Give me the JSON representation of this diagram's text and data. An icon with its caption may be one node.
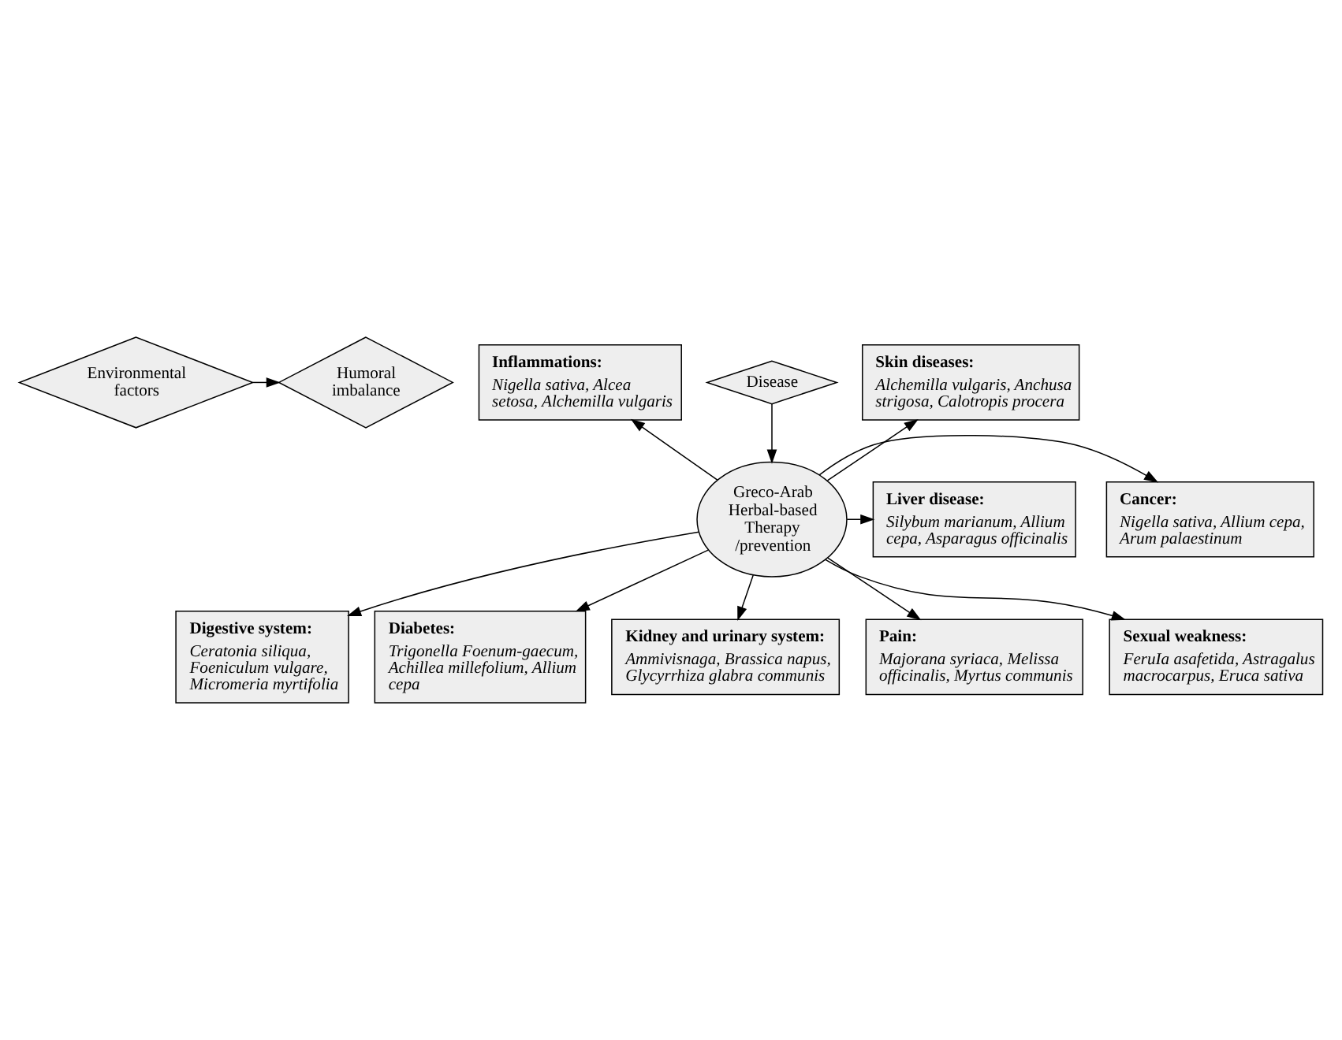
{
  "diagram": {
    "nodes": [
      {
        "text": [
          "Humoral imbalance"
        ]
      },
      {
        "text": [
          "Environmental factors"
        ]
      },
      {
        "text": [
          "Disease"
        ]
      },
      {
        "text": [
          "Inflammations:",
          "Nigella sativa, Alcea setosa, Alchemilla vulgaris"
        ]
      },
      {
        "text": [
          "Skin diseases:",
          "Alchemilla vulgaris, Anchusa strigosa, Calotropis procera"
        ]
      },
      {
        "text": [
          "Liver disease:",
          "Silybum marianum, Allium cepa, Asparagus officinalis"
        ]
      },
      {
        "text": [
          "Greco-Arab Herbal-based Therapy /prevention"
        ]
      },
      {
        "text": [
          "Cancer:",
          "Nigella sativa, Allium cepa, Arum palaestinum"
        ]
      },
      {
        "text": [
          "Pain:",
          "Majorana syriaca, Melissa officinalis, Myrtus communis"
        ]
      },
      {
        "text": [
          "Sexual weakness:",
          "FeruIa asafetida, Astragalus macrocarpus, Eruca sativa"
        ]
      },
      {
        "text": [
          "Kidney and urinary system:",
          "Ammivisnaga, Brassica napus, Glycyrrhiza glabra communis"
        ]
      },
      {
        "text": [
          "Digestive system:",
          "Ceratonia siliqua, Foeniculum vulgare, Micromeria myrtifolia"
        ]
      },
      {
        "text": [
          "Diabetes:",
          "Trigonella Foenum-gaecum, Achillea millefolium, Allium cepa"
        ]
      }
    ],
    "edges": [
      {
        "from": 1,
        "to": 0,
        "arrow": "to"
      },
      {
        "from": 2,
        "to": 6,
        "arrow": "to"
      },
      {
        "from": 6,
        "to": 3,
        "arrow": "to"
      },
      {
        "from": 6,
        "to": 4,
        "arrow": "to"
      },
      {
        "from": 6,
        "to": 5,
        "arrow": "to"
      },
      {
        "from": 6,
        "to": 7,
        "arrow": "to"
      },
      {
        "from": 6,
        "to": 8,
        "arrow": "to"
      },
      {
        "from": 6,
        "to": 9,
        "arrow": "to"
      },
      {
        "from": 6,
        "to": 10,
        "arrow": "to"
      },
      {
        "from": 6,
        "to": 11,
        "arrow": "to"
      },
      {
        "from": 6,
        "to": 12,
        "arrow": "to"
      }
    ]
  }
}
